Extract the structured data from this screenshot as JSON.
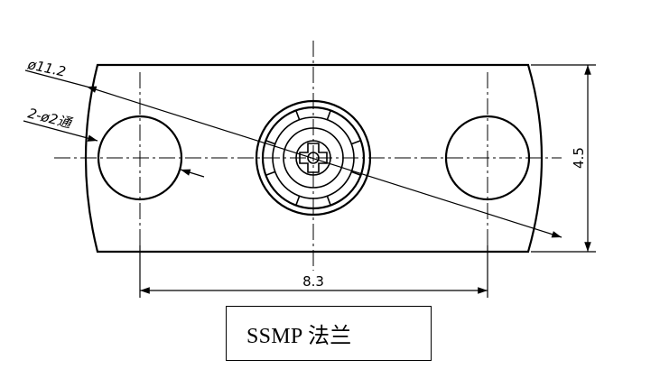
{
  "drawing": {
    "dimensions": {
      "flange_diameter_label": "ø11.2",
      "hole_callout_label": "2-ø2通",
      "height_label": "4.5",
      "hole_spacing_label": "8.3"
    }
  },
  "caption": {
    "text": "SSMP 法兰"
  }
}
